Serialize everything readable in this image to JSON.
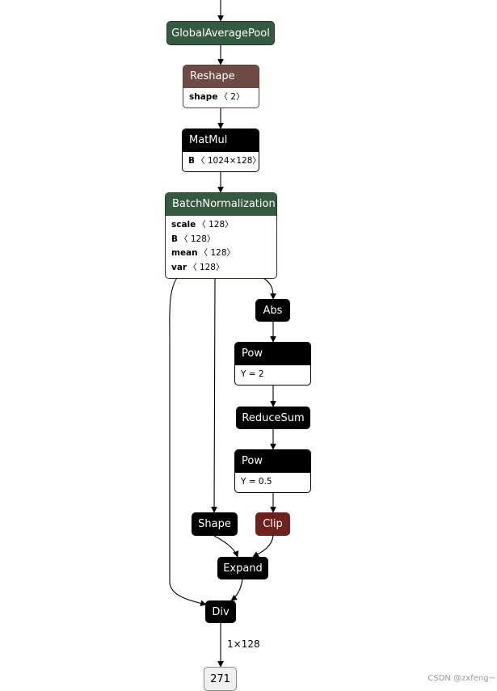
{
  "nodes": {
    "global_average_pool": {
      "label": "GlobalAveragePool"
    },
    "reshape": {
      "label": "Reshape",
      "attrs": [
        {
          "key": "shape",
          "value": "〈 2〉"
        }
      ]
    },
    "matmul": {
      "label": "MatMul",
      "attrs": [
        {
          "key": "B",
          "value": "〈 1024×128〉"
        }
      ]
    },
    "batch_normalization": {
      "label": "BatchNormalization",
      "attrs": [
        {
          "key": "scale",
          "value": "〈 128〉"
        },
        {
          "key": "B",
          "value": "〈 128〉"
        },
        {
          "key": "mean",
          "value": "〈 128〉"
        },
        {
          "key": "var",
          "value": "〈 128〉"
        }
      ]
    },
    "abs": {
      "label": "Abs"
    },
    "pow_1": {
      "label": "Pow",
      "attrs": [
        {
          "key": "",
          "value": "Y = 2"
        }
      ]
    },
    "reduce_sum": {
      "label": "ReduceSum"
    },
    "pow_2": {
      "label": "Pow",
      "attrs": [
        {
          "key": "",
          "value": "Y = 0.5"
        }
      ]
    },
    "shape": {
      "label": "Shape"
    },
    "clip": {
      "label": "Clip"
    },
    "expand": {
      "label": "Expand"
    },
    "div": {
      "label": "Div"
    },
    "output": {
      "label": "271"
    }
  },
  "edges": {
    "div_to_output_label": "1×128"
  },
  "watermark": "CSDN @zxfeng~",
  "colors": {
    "op_black": "#000000",
    "op_green": "#355a40",
    "op_brown": "#6f4b46",
    "op_red": "#6e221d",
    "edge": "#000000"
  }
}
